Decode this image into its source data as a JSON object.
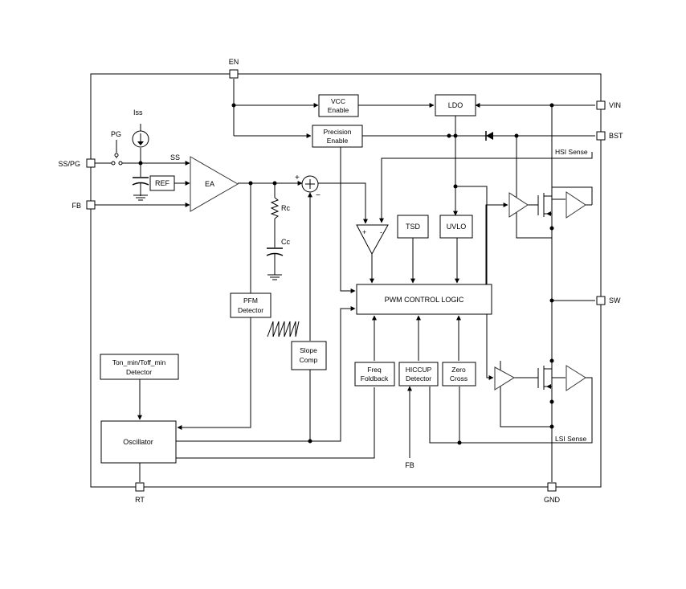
{
  "pins": {
    "en": "EN",
    "vin": "VIN",
    "bst": "BST",
    "ss_pg": "SS/PG",
    "fb": "FB",
    "sw": "SW",
    "rt": "RT",
    "gnd": "GND"
  },
  "blocks": {
    "vcc_enable": [
      "VCC",
      "Enable"
    ],
    "ldo": "LDO",
    "precision_enable": [
      "Precision",
      "Enable"
    ],
    "ref": "REF",
    "ea": "EA",
    "tsd": "TSD",
    "uvlo": "UVLO",
    "pwm_control_logic": "PWM CONTROL LOGIC",
    "pfm_detector": [
      "PFM",
      "Detector"
    ],
    "slope_comp": [
      "Slope",
      "Comp"
    ],
    "freq_foldback": [
      "Freq",
      "Foldback"
    ],
    "hiccup_detector": [
      "HICCUP",
      "Detector"
    ],
    "zero_cross": [
      "Zero",
      "Cross"
    ],
    "ton_toff_detector": [
      "Ton_min/Toff_min",
      "Detector"
    ],
    "oscillator": "Oscillator"
  },
  "labels": {
    "iss": "Iss",
    "pg": "PG",
    "ss": "SS",
    "rc": "Rc",
    "cc": "Cc",
    "plus_sum": "+",
    "minus_sum": "−",
    "comp_plus": "+",
    "comp_minus": "-",
    "hsi_sense": "HSI Sense",
    "lsi_sense": "LSI Sense",
    "fb_internal": "FB"
  }
}
